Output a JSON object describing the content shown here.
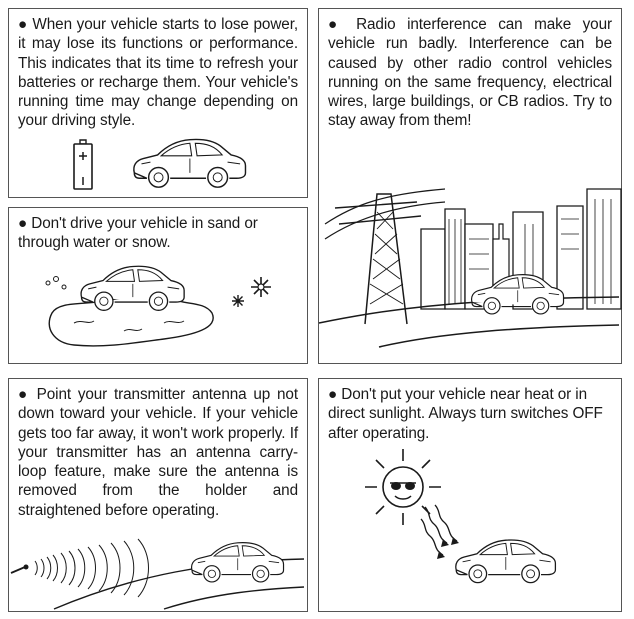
{
  "panels": {
    "battery": {
      "text": "● When your vehicle starts to lose power, it may lose its functions or performance. This indicates that its time to refresh your batteries or recharge them. Your vehicle's running time may change depending on your driving style."
    },
    "radio": {
      "text": "● Radio interference can make your vehicle run badly. Interference can be caused by other radio control vehicles running on the same frequency, electrical wires, large buildings, or CB radios. Try to stay away from them!"
    },
    "sand": {
      "text": "● Don't drive your vehicle in sand or through water or snow."
    },
    "antenna": {
      "text": "● Point your transmitter antenna up not down toward your vehicle. If your vehicle gets too far away, it won't work properly. If your transmitter has an antenna carry-loop feature, make sure the antenna is removed from the holder and straightened before operating."
    },
    "heat": {
      "text": "● Don't put your vehicle near heat or in direct sunlight. Always turn switches OFF after operating."
    }
  },
  "icons": {
    "battery": "battery-icon",
    "car": "car-icon",
    "tower": "power-tower-icon",
    "buildings": "city-buildings-icon",
    "puddle": "water-puddle-icon",
    "snowflake": "snowflake-icon",
    "radio_waves": "radio-waves-icon",
    "sun": "sun-with-sunglasses-icon"
  }
}
